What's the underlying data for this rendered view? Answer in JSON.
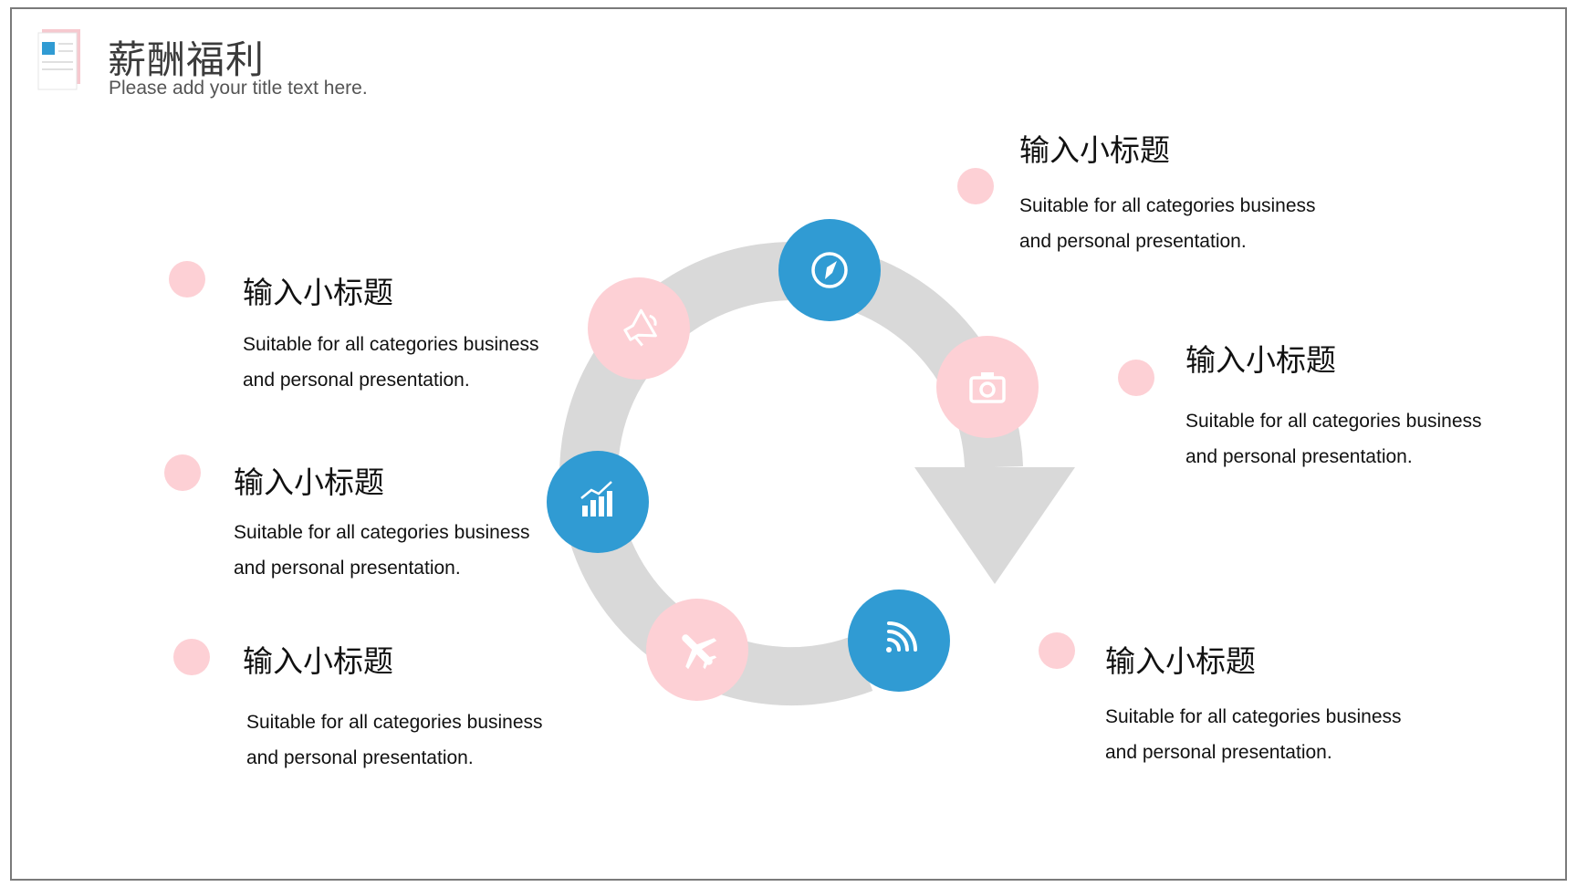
{
  "header": {
    "title": "薪酬福利",
    "subtitle": "Please add your title text here."
  },
  "colors": {
    "blue": "#309bd3",
    "pink": "#fdd0d5",
    "ring": "#d9d9d9"
  },
  "nodes": [
    {
      "icon": "compass-icon",
      "color": "blue"
    },
    {
      "icon": "camera-icon",
      "color": "pink"
    },
    {
      "icon": "wifi-signal-icon",
      "color": "blue"
    },
    {
      "icon": "airplane-icon",
      "color": "pink"
    },
    {
      "icon": "bar-chart-icon",
      "color": "blue"
    },
    {
      "icon": "megaphone-icon",
      "color": "pink"
    }
  ],
  "items": [
    {
      "heading": "输入小标题",
      "line1": "Suitable for all categories business",
      "line2": "and personal presentation."
    },
    {
      "heading": "输入小标题",
      "line1": "Suitable for all categories business",
      "line2": "and personal presentation."
    },
    {
      "heading": "输入小标题",
      "line1": "Suitable for all categories business",
      "line2": "and personal presentation."
    },
    {
      "heading": "输入小标题",
      "line1": "Suitable for all categories business",
      "line2": "and personal presentation."
    },
    {
      "heading": "输入小标题",
      "line1": "Suitable for all categories business",
      "line2": "and personal presentation."
    },
    {
      "heading": "输入小标题",
      "line1": "Suitable for all categories business",
      "line2": "and personal presentation."
    }
  ]
}
